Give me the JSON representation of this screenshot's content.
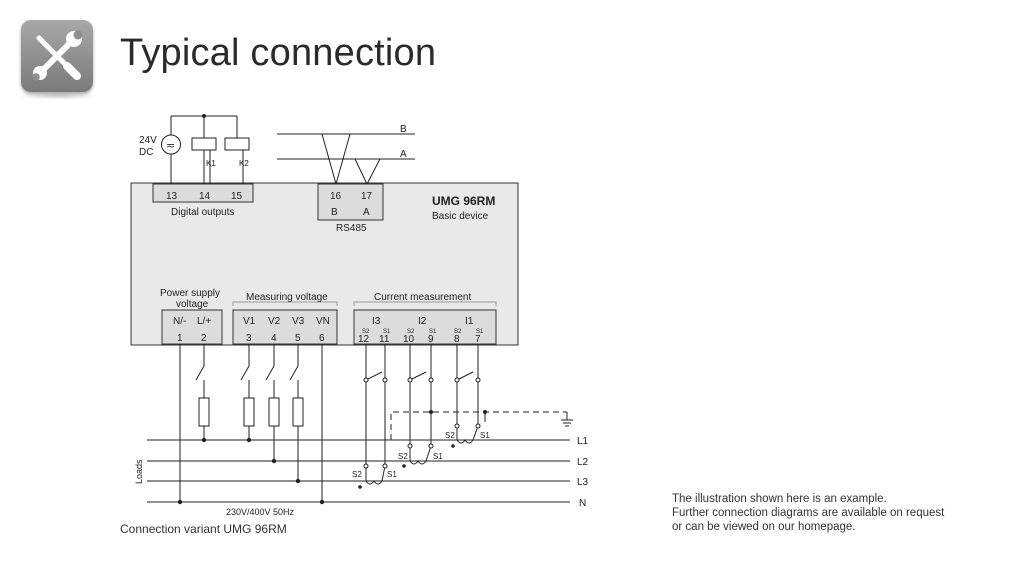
{
  "header": {
    "icon": "wrench-screwdriver-icon",
    "title": "Typical connection"
  },
  "diagram": {
    "device": {
      "name": "UMG 96RM",
      "subtitle": "Basic device"
    },
    "supply_source": {
      "voltage": "24V",
      "type": "DC",
      "symbol": "≂"
    },
    "relays": [
      "K1",
      "K2"
    ],
    "digital_outputs": {
      "label": "Digital outputs",
      "terminals": [
        "13",
        "14",
        "15"
      ]
    },
    "rs485": {
      "label": "RS485",
      "terminals": [
        "16",
        "17"
      ],
      "signals": [
        "B",
        "A"
      ],
      "bus_lines": [
        "B",
        "A"
      ]
    },
    "power_supply": {
      "label_line1": "Power supply",
      "label_line2": "voltage",
      "signals": [
        "N/-",
        "L/+"
      ],
      "terminals": [
        "1",
        "2"
      ]
    },
    "measuring_voltage": {
      "label": "Measuring voltage",
      "signals": [
        "V1",
        "V2",
        "V3",
        "VN"
      ],
      "terminals": [
        "3",
        "4",
        "5",
        "6"
      ]
    },
    "current_measurement": {
      "label": "Current measurement",
      "channels": [
        "I3",
        "I2",
        "I1"
      ],
      "sub_labels": [
        "S2",
        "S1"
      ],
      "terminals": [
        "12",
        "11",
        "10",
        "9",
        "8",
        "7"
      ]
    },
    "ct_labels": [
      "S2",
      "S1"
    ],
    "loads_label": "Loads",
    "lines": [
      "L1",
      "L2",
      "L3",
      "N"
    ],
    "supply_rating": "230V/400V  50Hz"
  },
  "caption": "Connection variant UMG 96RM",
  "note": {
    "line1": "The illustration shown here is an example.",
    "line2": "Further connection diagrams are available on request",
    "line3": "or can be viewed on our homepage."
  }
}
